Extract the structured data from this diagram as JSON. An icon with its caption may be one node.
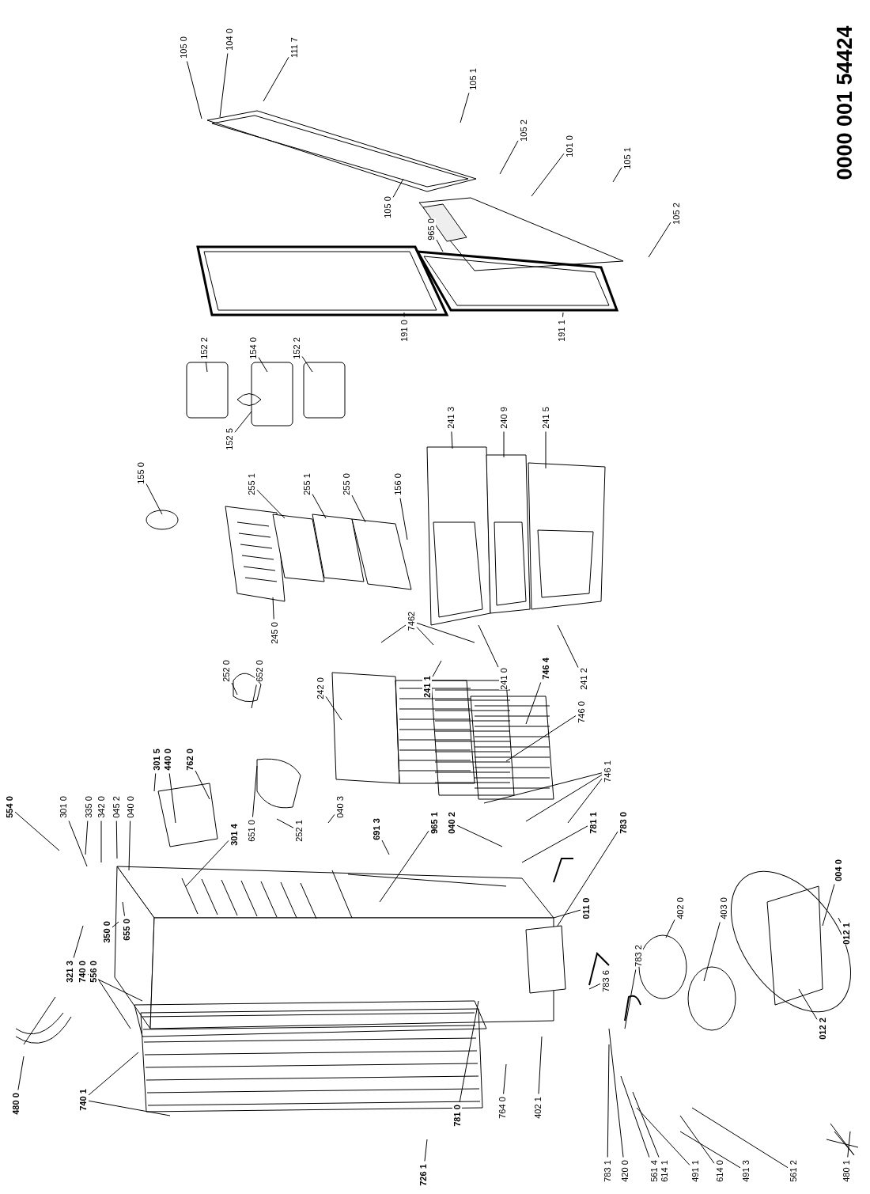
{
  "diagram": {
    "nodes": [
      {
        "text": [
          "105 0"
        ]
      },
      {
        "text": [
          "104 0"
        ]
      },
      {
        "text": [
          "111 7"
        ]
      },
      {
        "text": [
          "105 1"
        ]
      },
      {
        "text": [
          "105 2"
        ]
      },
      {
        "text": [
          "101 0"
        ]
      },
      {
        "text": [
          "105 1"
        ]
      },
      {
        "text": [
          "105 0"
        ]
      },
      {
        "text": [
          "965 0"
        ]
      },
      {
        "text": [
          "105 2"
        ]
      },
      {
        "text": [
          "191 0"
        ]
      },
      {
        "text": [
          "191 1"
        ]
      },
      {
        "text": [
          "152 2"
        ]
      },
      {
        "text": [
          "154 0"
        ]
      },
      {
        "text": [
          "152 2"
        ]
      },
      {
        "text": [
          "152 5"
        ]
      },
      {
        "text": [
          "155 0"
        ]
      },
      {
        "text": [
          "255 1"
        ]
      },
      {
        "text": [
          "255 1"
        ]
      },
      {
        "text": [
          "255 0"
        ]
      },
      {
        "text": [
          "156 0"
        ]
      },
      {
        "text": [
          "241 3"
        ]
      },
      {
        "text": [
          "240 9"
        ]
      },
      {
        "text": [
          "241 5"
        ]
      },
      {
        "text": [
          "245 0"
        ]
      },
      {
        "text": [
          "7462"
        ]
      },
      {
        "text": [
          "241 1"
        ]
      },
      {
        "text": [
          "241 0"
        ]
      },
      {
        "text": [
          "241 2"
        ]
      },
      {
        "text": [
          "242 0"
        ]
      },
      {
        "text": [
          "746 4"
        ]
      },
      {
        "text": [
          "746 0"
        ]
      },
      {
        "text": [
          "746 1"
        ]
      },
      {
        "text": [
          "252 0"
        ]
      },
      {
        "text": [
          "652 0"
        ]
      },
      {
        "text": [
          "301 5"
        ]
      },
      {
        "text": [
          "440 0"
        ]
      },
      {
        "text": [
          "762 0"
        ]
      },
      {
        "text": [
          "301 4"
        ]
      },
      {
        "text": [
          "651 0"
        ]
      },
      {
        "text": [
          "252 1"
        ]
      },
      {
        "text": [
          "040 3"
        ]
      },
      {
        "text": [
          "691 3"
        ]
      },
      {
        "text": [
          "965 1"
        ]
      },
      {
        "text": [
          "040 2"
        ]
      },
      {
        "text": [
          "781 1"
        ]
      },
      {
        "text": [
          "783 0"
        ]
      },
      {
        "text": [
          "011 0"
        ]
      },
      {
        "text": [
          "554 0"
        ]
      },
      {
        "text": [
          "301 0"
        ]
      },
      {
        "text": [
          "335 0"
        ]
      },
      {
        "text": [
          "342 0"
        ]
      },
      {
        "text": [
          "045 2"
        ]
      },
      {
        "text": [
          "040 0"
        ]
      },
      {
        "text": [
          "321 3"
        ]
      },
      {
        "text": [
          "740 0"
        ]
      },
      {
        "text": [
          "556 0"
        ]
      },
      {
        "text": [
          "350 0"
        ]
      },
      {
        "text": [
          "655 0"
        ]
      },
      {
        "text": [
          "480 0"
        ]
      },
      {
        "text": [
          "740 1"
        ]
      },
      {
        "text": [
          "726 1"
        ]
      },
      {
        "text": [
          "781 0"
        ]
      },
      {
        "text": [
          "764 0"
        ]
      },
      {
        "text": [
          "402 1"
        ]
      },
      {
        "text": [
          "783 6"
        ]
      },
      {
        "text": [
          "783 2"
        ]
      },
      {
        "text": [
          "402 0"
        ]
      },
      {
        "text": [
          "403 0"
        ]
      },
      {
        "text": [
          "004 0"
        ]
      },
      {
        "text": [
          "012 1"
        ]
      },
      {
        "text": [
          "012 2"
        ]
      },
      {
        "text": [
          "783 1"
        ]
      },
      {
        "text": [
          "420 0"
        ]
      },
      {
        "text": [
          "561 4"
        ]
      },
      {
        "text": [
          "614 1"
        ]
      },
      {
        "text": [
          "491 1"
        ]
      },
      {
        "text": [
          "614 0"
        ]
      },
      {
        "text": [
          "491 3"
        ]
      },
      {
        "text": [
          "561 2"
        ]
      },
      {
        "text": [
          "480 1"
        ]
      }
    ],
    "edges": [
      {
        "from": 0,
        "to": null,
        "arrow": "none"
      },
      {
        "from": 1,
        "to": null,
        "arrow": "none"
      },
      {
        "from": 2,
        "to": null,
        "arrow": "none"
      },
      {
        "from": 3,
        "to": null,
        "arrow": "none"
      },
      {
        "from": 4,
        "to": null,
        "arrow": "none"
      },
      {
        "from": 5,
        "to": null,
        "arrow": "none"
      },
      {
        "from": 6,
        "to": null,
        "arrow": "none"
      },
      {
        "from": 7,
        "to": null,
        "arrow": "none"
      },
      {
        "from": 8,
        "to": null,
        "arrow": "none"
      },
      {
        "from": 9,
        "to": null,
        "arrow": "none"
      },
      {
        "from": 10,
        "to": null,
        "arrow": "none"
      },
      {
        "from": 11,
        "to": null,
        "arrow": "none"
      },
      {
        "from": 12,
        "to": null,
        "arrow": "none"
      },
      {
        "from": 13,
        "to": null,
        "arrow": "none"
      },
      {
        "from": 14,
        "to": null,
        "arrow": "none"
      },
      {
        "from": 15,
        "to": null,
        "arrow": "none"
      },
      {
        "from": 16,
        "to": null,
        "arrow": "none"
      },
      {
        "from": 17,
        "to": null,
        "arrow": "none"
      },
      {
        "from": 18,
        "to": null,
        "arrow": "none"
      },
      {
        "from": 19,
        "to": null,
        "arrow": "none"
      },
      {
        "from": 20,
        "to": null,
        "arrow": "none"
      },
      {
        "from": 21,
        "to": null,
        "arrow": "none"
      },
      {
        "from": 22,
        "to": null,
        "arrow": "none"
      },
      {
        "from": 23,
        "to": null,
        "arrow": "none"
      },
      {
        "from": 24,
        "to": null,
        "arrow": "none"
      },
      {
        "from": 25,
        "to": null,
        "arrow": "none"
      },
      {
        "from": 25,
        "to": null,
        "arrow": "none"
      },
      {
        "from": 25,
        "to": null,
        "arrow": "none"
      },
      {
        "from": 26,
        "to": null,
        "arrow": "none"
      },
      {
        "from": 27,
        "to": null,
        "arrow": "none"
      },
      {
        "from": 28,
        "to": null,
        "arrow": "none"
      },
      {
        "from": 29,
        "to": null,
        "arrow": "none"
      },
      {
        "from": 30,
        "to": null,
        "arrow": "none"
      },
      {
        "from": 31,
        "to": null,
        "arrow": "none"
      },
      {
        "from": 32,
        "to": null,
        "arrow": "none"
      },
      {
        "from": 32,
        "to": null,
        "arrow": "none"
      },
      {
        "from": 32,
        "to": null,
        "arrow": "none"
      },
      {
        "from": 33,
        "to": null,
        "arrow": "none"
      },
      {
        "from": 34,
        "to": null,
        "arrow": "none"
      },
      {
        "from": 35,
        "to": null,
        "arrow": "none"
      },
      {
        "from": 36,
        "to": null,
        "arrow": "none"
      },
      {
        "from": 37,
        "to": null,
        "arrow": "none"
      },
      {
        "from": 38,
        "to": null,
        "arrow": "none"
      },
      {
        "from": 39,
        "to": null,
        "arrow": "none"
      },
      {
        "from": 40,
        "to": null,
        "arrow": "none"
      },
      {
        "from": 41,
        "to": null,
        "arrow": "none"
      },
      {
        "from": 42,
        "to": null,
        "arrow": "none"
      },
      {
        "from": 43,
        "to": null,
        "arrow": "none"
      },
      {
        "from": 44,
        "to": null,
        "arrow": "none"
      },
      {
        "from": 45,
        "to": null,
        "arrow": "none"
      },
      {
        "from": 46,
        "to": null,
        "arrow": "none"
      },
      {
        "from": 47,
        "to": null,
        "arrow": "none"
      },
      {
        "from": 48,
        "to": null,
        "arrow": "none"
      },
      {
        "from": 49,
        "to": null,
        "arrow": "none"
      },
      {
        "from": 50,
        "to": null,
        "arrow": "none"
      },
      {
        "from": 51,
        "to": null,
        "arrow": "none"
      },
      {
        "from": 52,
        "to": null,
        "arrow": "none"
      },
      {
        "from": 53,
        "to": null,
        "arrow": "none"
      },
      {
        "from": 54,
        "to": null,
        "arrow": "none"
      },
      {
        "from": 55,
        "to": null,
        "arrow": "none"
      },
      {
        "from": 56,
        "to": null,
        "arrow": "none"
      },
      {
        "from": 57,
        "to": null,
        "arrow": "none"
      },
      {
        "from": 58,
        "to": null,
        "arrow": "none"
      },
      {
        "from": 59,
        "to": null,
        "arrow": "none"
      },
      {
        "from": 60,
        "to": null,
        "arrow": "none"
      },
      {
        "from": 60,
        "to": null,
        "arrow": "none"
      },
      {
        "from": 61,
        "to": null,
        "arrow": "none"
      },
      {
        "from": 62,
        "to": null,
        "arrow": "none"
      },
      {
        "from": 63,
        "to": null,
        "arrow": "none"
      },
      {
        "from": 64,
        "to": null,
        "arrow": "none"
      },
      {
        "from": 65,
        "to": null,
        "arrow": "none"
      },
      {
        "from": 66,
        "to": null,
        "arrow": "none"
      },
      {
        "from": 67,
        "to": null,
        "arrow": "none"
      },
      {
        "from": 68,
        "to": null,
        "arrow": "none"
      },
      {
        "from": 69,
        "to": null,
        "arrow": "none"
      },
      {
        "from": 70,
        "to": null,
        "arrow": "none"
      },
      {
        "from": 71,
        "to": null,
        "arrow": "none"
      },
      {
        "from": 72,
        "to": null,
        "arrow": "none"
      },
      {
        "from": 73,
        "to": null,
        "arrow": "none"
      },
      {
        "from": 74,
        "to": null,
        "arrow": "none"
      },
      {
        "from": 75,
        "to": null,
        "arrow": "none"
      },
      {
        "from": 76,
        "to": null,
        "arrow": "none"
      },
      {
        "from": 77,
        "to": null,
        "arrow": "none"
      },
      {
        "from": 78,
        "to": null,
        "arrow": "none"
      },
      {
        "from": 79,
        "to": null,
        "arrow": "none"
      },
      {
        "from": 80,
        "to": null,
        "arrow": "none"
      }
    ],
    "labels": [
      "0000 001 54424"
    ]
  }
}
